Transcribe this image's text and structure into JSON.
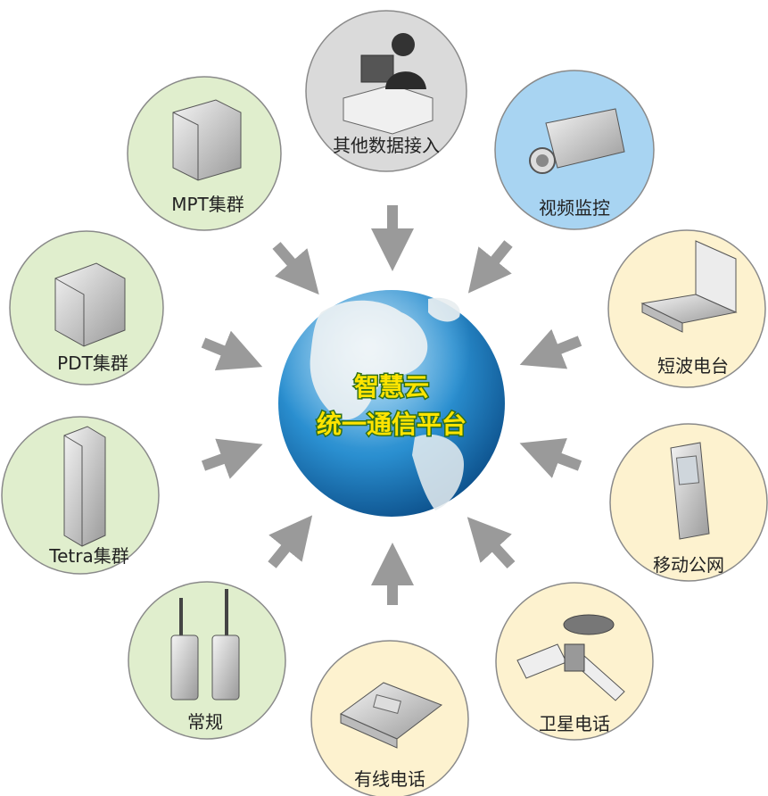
{
  "center": {
    "line1": "智慧云",
    "line2": "统一通信平台"
  },
  "nodes": {
    "other_data": {
      "label": "其他数据接入",
      "fill": "#dadada",
      "icon": "operator-desk-icon"
    },
    "video": {
      "label": "视频监控",
      "fill": "#a8d4f2",
      "icon": "cctv-camera-icon"
    },
    "shortwave": {
      "label": "短波电台",
      "fill": "#fdf2cf",
      "icon": "laptop-radio-icon"
    },
    "mobile": {
      "label": "移动公网",
      "fill": "#fdf2cf",
      "icon": "mobile-phone-icon"
    },
    "satellite": {
      "label": "卫星电话",
      "fill": "#fdf2cf",
      "icon": "satellite-icon"
    },
    "landline": {
      "label": "有线电话",
      "fill": "#fdf2cf",
      "icon": "desk-phone-icon"
    },
    "conventional": {
      "label": "常规",
      "fill": "#e0eecd",
      "icon": "walkie-talkie-icon"
    },
    "tetra": {
      "label": "Tetra集群",
      "fill": "#e0eecd",
      "icon": "server-rack-icon"
    },
    "pdt": {
      "label": "PDT集群",
      "fill": "#e0eecd",
      "icon": "pdt-cabinet-icon"
    },
    "mpt": {
      "label": "MPT集群",
      "fill": "#e0eecd",
      "icon": "mpt-cabinet-icon"
    }
  },
  "colors": {
    "arrow": "#9a9a9a",
    "node_stroke": "#8a8a8a",
    "globe_ocean": "#1f84c7",
    "globe_land": "#e8edf0"
  }
}
